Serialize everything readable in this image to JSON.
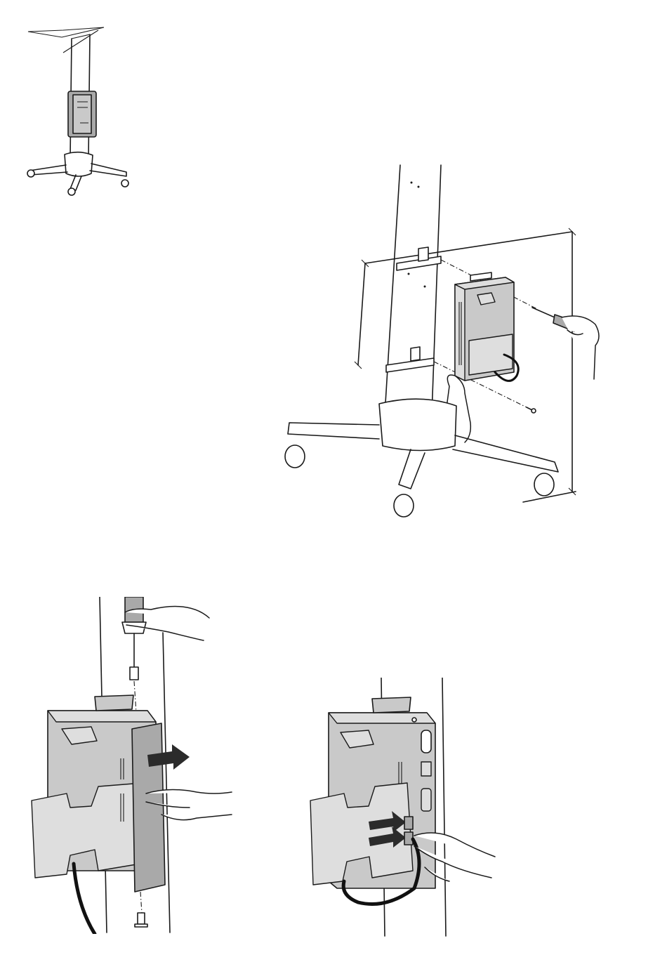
{
  "figure": {
    "steps": [
      {
        "id": "overview",
        "description_shown": ""
      },
      {
        "id": "mount-power-unit",
        "description_shown": ""
      },
      {
        "id": "remove-side-cover",
        "description_shown": ""
      },
      {
        "id": "connect-cables",
        "description_shown": ""
      }
    ],
    "colors": {
      "line": "#1a1a1a",
      "unit_fill": "#c9c9c9",
      "cover_fill": "#a9a9a9",
      "arrow": "#2b2b2b",
      "cable": "#111111"
    },
    "icons": [
      "screwdriver-icon",
      "screw-icon",
      "hand-icon",
      "arrow-icon",
      "caster-wheel-icon"
    ]
  }
}
